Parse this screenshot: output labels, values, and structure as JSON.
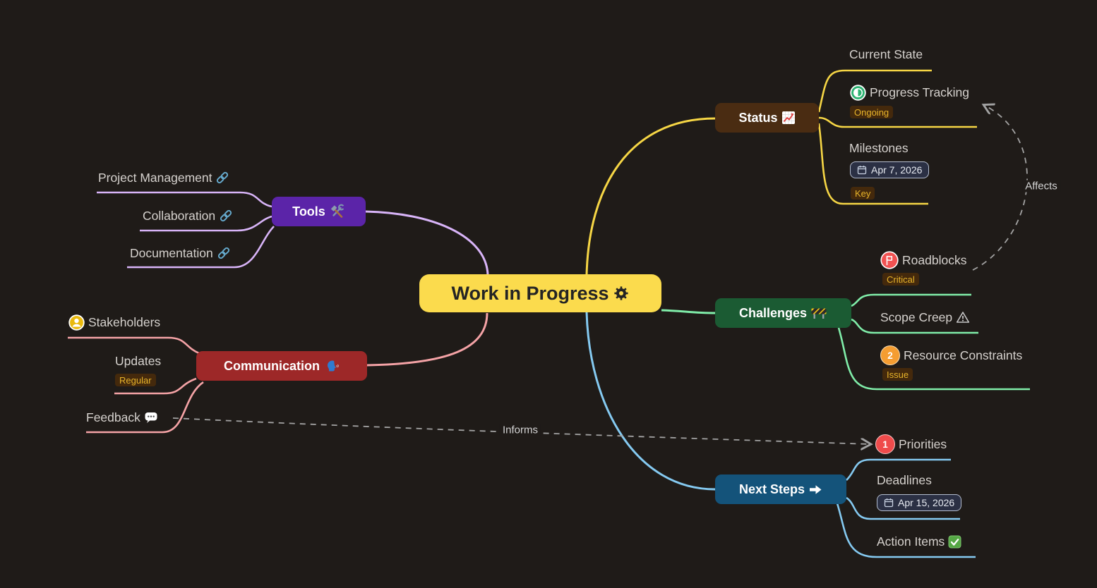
{
  "canvas": {
    "background": "#1f1b18"
  },
  "root": {
    "label": "Work in Progress",
    "icon": "gear-icon",
    "bg": "#fbdb4d"
  },
  "branches": [
    {
      "name": "status",
      "label": "Status",
      "icon": "chart-increasing-icon",
      "node_bg": "#4a2c12",
      "link_color": "#f6d645",
      "children": [
        {
          "label": "Current State"
        },
        {
          "label": "Progress Tracking",
          "icon": "half-circle-progress-icon",
          "badge": "Ongoing"
        },
        {
          "label": "Milestones",
          "date": "Apr 7, 2026",
          "badge": "Key"
        }
      ]
    },
    {
      "name": "tools",
      "label": "Tools",
      "icon": "hammer-wrench-icon",
      "node_bg": "#5b24a8",
      "link_color": "#d8b4f8",
      "children": [
        {
          "label": "Project Management",
          "icon": "link-icon"
        },
        {
          "label": "Collaboration",
          "icon": "link-icon"
        },
        {
          "label": "Documentation",
          "icon": "link-icon"
        }
      ]
    },
    {
      "name": "communication",
      "label": "Communication",
      "icon": "speaking-head-icon",
      "node_bg": "#9d2828",
      "link_color": "#f5a3a6",
      "children": [
        {
          "label": "Stakeholders",
          "icon": "person-icon"
        },
        {
          "label": "Updates",
          "badge": "Regular"
        },
        {
          "label": "Feedback",
          "icon": "speech-balloon-icon"
        }
      ]
    },
    {
      "name": "challenges",
      "label": "Challenges",
      "icon": "construction-barrier-icon",
      "node_bg": "#1b5b33",
      "link_color": "#80eda9",
      "children": [
        {
          "label": "Roadblocks",
          "icon": "flag-icon",
          "badge": "Critical"
        },
        {
          "label": "Scope Creep",
          "icon": "warning-icon"
        },
        {
          "label": "Resource Constraints",
          "icon": "number-2-icon",
          "number": "2",
          "badge": "Issue"
        }
      ]
    },
    {
      "name": "next-steps",
      "label": "Next Steps",
      "icon": "right-arrow-icon",
      "node_bg": "#14537a",
      "link_color": "#85caf1",
      "children": [
        {
          "label": "Priorities",
          "icon": "number-1-icon",
          "number": "1"
        },
        {
          "label": "Deadlines",
          "date": "Apr 15, 2026"
        },
        {
          "label": "Action Items",
          "icon": "check-mark-icon"
        }
      ]
    }
  ],
  "edges": [
    {
      "label": "Affects",
      "style": "dashed-arrow"
    },
    {
      "label": "Informs",
      "style": "dashed-arrow"
    }
  ],
  "badge_colors": {
    "background": "#44290c",
    "text": "#e7b32a"
  },
  "chip_colors": {
    "background": "#2b3044",
    "border": "#b4bdd0",
    "text": "#e8ebf2"
  },
  "icons": {
    "gear-icon": "⚙",
    "chart-increasing-icon": "📈",
    "hammer-wrench-icon": "🛠",
    "speaking-head-icon": "🗣",
    "construction-barrier-icon": "🚧",
    "right-arrow-icon": "➡",
    "link-icon": "🔗",
    "warning-icon": "⚠",
    "speech-balloon-icon": "💬",
    "check-mark-icon": "✅",
    "half-circle-progress-icon": "◐",
    "person-icon": "👤",
    "flag-icon": "🚩",
    "calendar-icon": "📅",
    "number-1-icon": "1",
    "number-2-icon": "2"
  }
}
